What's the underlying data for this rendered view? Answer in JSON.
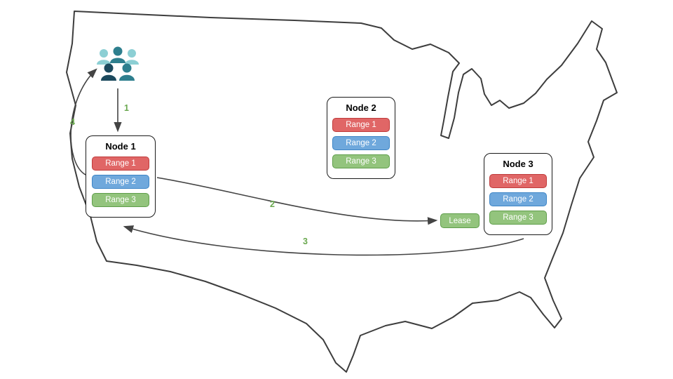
{
  "diagram": {
    "description": "US map with three database nodes, range replicas, lease transfer flow",
    "nodes": [
      {
        "title": "Node 1",
        "ranges": [
          "Range 1",
          "Range 2",
          "Range 3"
        ]
      },
      {
        "title": "Node 2",
        "ranges": [
          "Range 1",
          "Range 2",
          "Range 3"
        ]
      },
      {
        "title": "Node 3",
        "ranges": [
          "Range 1",
          "Range 2",
          "Range 3"
        ]
      }
    ],
    "lease_label": "Lease",
    "steps": [
      "1",
      "2",
      "3",
      "4"
    ],
    "palette": {
      "range1_fill": "#e06666",
      "range1_border": "#bf3b3b",
      "range2_fill": "#6fa8dc",
      "range2_border": "#3d85c6",
      "range3_fill": "#93c47d",
      "range3_border": "#5f9e4a",
      "lease_fill": "#93c47d",
      "step_label_color": "#6aa84f",
      "map_outline": "#3d3d3d",
      "arrow_color": "#444444",
      "users_light": "#8ccfd4",
      "users_medium": "#2e7f8e",
      "users_dark": "#1c4a5e"
    }
  }
}
